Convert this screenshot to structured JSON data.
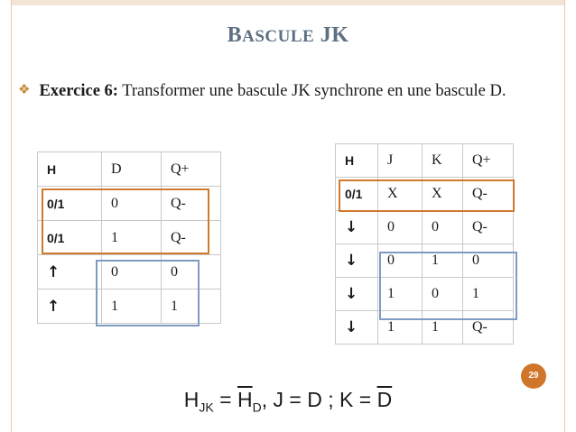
{
  "title": {
    "first": "B",
    "rest": "ASCULE",
    "suffix": "JK"
  },
  "exercise": {
    "label": "Exercice 6:",
    "text": "Transformer une bascule JK synchrone en une bascule D."
  },
  "table_d": {
    "headers": [
      "H",
      "D",
      "Q+"
    ],
    "rows": [
      [
        "0/1",
        "0",
        "Q-"
      ],
      [
        "0/1",
        "1",
        "Q-"
      ],
      [
        "↑",
        "0",
        "0"
      ],
      [
        "↑",
        "1",
        "1"
      ]
    ]
  },
  "table_jk": {
    "headers": [
      "H",
      "J",
      "K",
      "Q+"
    ],
    "rows": [
      [
        "0/1",
        "X",
        "X",
        "Q-"
      ],
      [
        "↓",
        "0",
        "0",
        "Q-"
      ],
      [
        "↓",
        "0",
        "1",
        "0"
      ],
      [
        "↓",
        "1",
        "0",
        "1"
      ],
      [
        "↓",
        "1",
        "1",
        "Q-"
      ]
    ]
  },
  "page_number": "29",
  "formula": {
    "h_main": "H",
    "h_sub": "JK",
    "eq1": " = ",
    "h_bar": "H",
    "h_bar_sub": "D",
    "rest": ", J = D ; K = ",
    "d_bar": "D"
  },
  "colors": {
    "accent": "#d0762a",
    "title": "#5d6f80",
    "highlight_orange": "#d07a2e",
    "highlight_blue": "#7e9cc2"
  }
}
